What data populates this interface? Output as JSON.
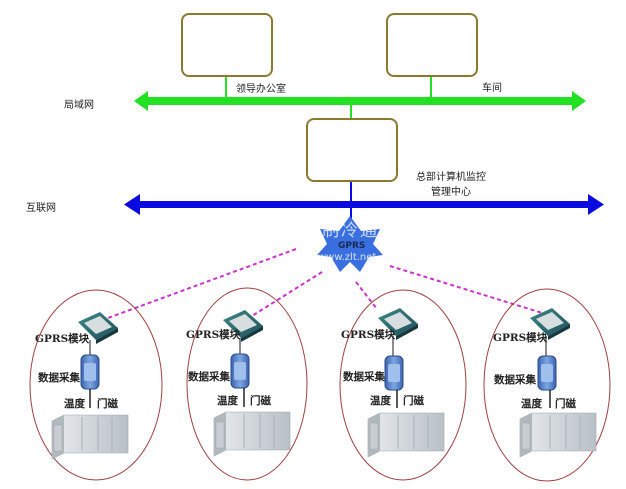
{
  "networks": {
    "lan": {
      "label": "局域网",
      "color": "#22e022"
    },
    "internet": {
      "label": "互联网",
      "color": "#0a0ae0"
    }
  },
  "nodes": {
    "leader_office": {
      "label": "领导办公室",
      "icon": "desktop-computer-icon"
    },
    "workshop": {
      "label": "车间",
      "icon": "desktop-computer-icon"
    },
    "hq_center": {
      "line1": "总部计算机监控",
      "line2": "管理中心",
      "icon": "desktop-computer-icon"
    }
  },
  "gprs_hub": {
    "label": "GPRS",
    "watermark_cn": "制冷通",
    "watermark_url": "www.zlt.net",
    "color": "#3a6fe0"
  },
  "wireless_link_color": "#cc33cc",
  "site_ellipse_color": "#a04040",
  "sites": [
    {
      "gprs_label": "GPRS模块",
      "collector_label": "数据采集",
      "sensor_temp": "温度",
      "sensor_door": "门磁"
    },
    {
      "gprs_label": "GPRS模块",
      "collector_label": "数据采集",
      "sensor_temp": "温度",
      "sensor_door": "门磁"
    },
    {
      "gprs_label": "GPRS模块",
      "collector_label": "数据采集",
      "sensor_temp": "温度",
      "sensor_door": "门磁"
    },
    {
      "gprs_label": "GPRS模块",
      "collector_label": "数据采集",
      "sensor_temp": "温度",
      "sensor_door": "门磁"
    }
  ]
}
